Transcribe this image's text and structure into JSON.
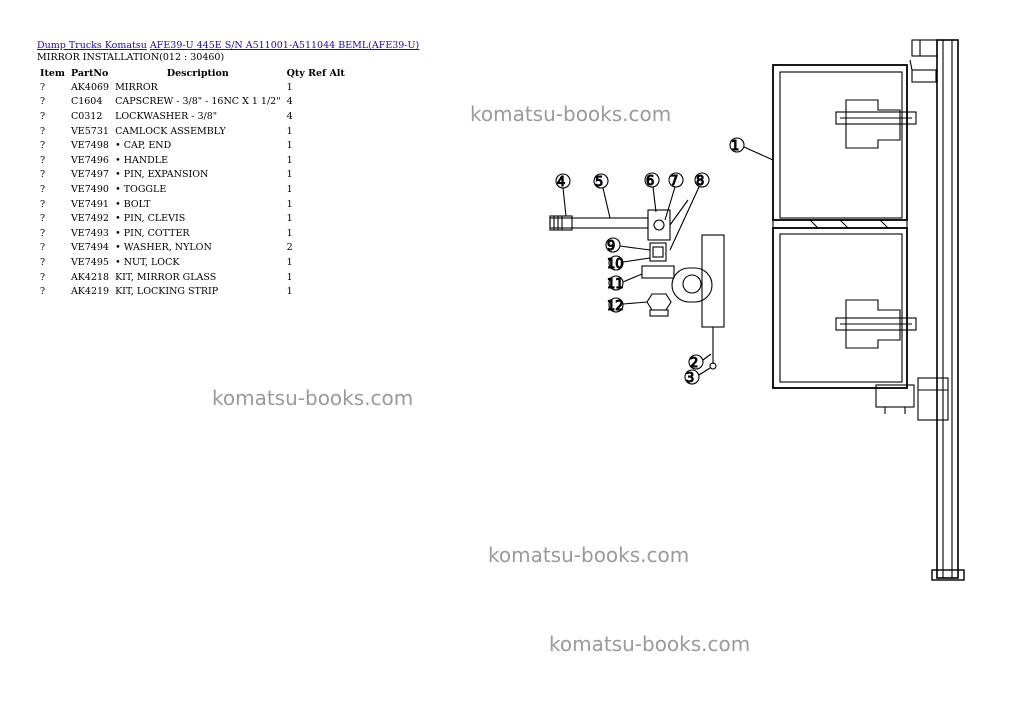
{
  "breadcrumb": {
    "link1": "Dump Trucks Komatsu",
    "link2": "AFE39-U 445E S/N A511001-A511044 BEML(AFE39-U)"
  },
  "subtitle": "MIRROR INSTALLATION(012 : 30460)",
  "table": {
    "headers": [
      "Item",
      "PartNo",
      "Description",
      "Qty",
      "Ref",
      "Alt"
    ],
    "rows": [
      [
        "?",
        "AK4069",
        "MIRROR",
        "1"
      ],
      [
        "?",
        "C1604",
        "CAPSCREW - 3/8\" - 16NC X 1 1/2\"",
        "4"
      ],
      [
        "?",
        "C0312",
        "LOCKWASHER - 3/8\"",
        "4"
      ],
      [
        "?",
        "VE5731",
        "CAMLOCK ASSEMBLY",
        "1"
      ],
      [
        "?",
        "VE7498",
        "• CAP, END",
        "1"
      ],
      [
        "?",
        "VE7496",
        "• HANDLE",
        "1"
      ],
      [
        "?",
        "VE7497",
        "• PIN, EXPANSION",
        "1"
      ],
      [
        "?",
        "VE7490",
        "• TOGGLE",
        "1"
      ],
      [
        "?",
        "VE7491",
        "• BOLT",
        "1"
      ],
      [
        "?",
        "VE7492",
        "• PIN, CLEVIS",
        "1"
      ],
      [
        "?",
        "VE7493",
        "• PIN, COTTER",
        "1"
      ],
      [
        "?",
        "VE7494",
        "• WASHER, NYLON",
        "2"
      ],
      [
        "?",
        "VE7495",
        "• NUT, LOCK",
        "1"
      ],
      [
        "?",
        "AK4218",
        "KIT, MIRROR GLASS",
        "1"
      ],
      [
        "?",
        "AK4219",
        "KIT, LOCKING STRIP",
        "1"
      ]
    ]
  },
  "watermark": "komatsu-books.com",
  "callouts": [
    "1",
    "2",
    "3",
    "4",
    "5",
    "6",
    "7",
    "8",
    "9",
    "10",
    "11",
    "12"
  ]
}
